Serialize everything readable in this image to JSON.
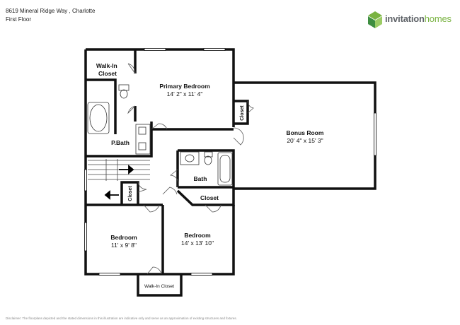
{
  "header": {
    "address": "8619 Mineral Ridge Way , Charlotte",
    "floor": "First Floor"
  },
  "logo": {
    "brand_bold": "invitation",
    "brand_light": "homes",
    "colors": {
      "green": "#7ab342",
      "dark_green": "#3e8e41",
      "gray": "#5f6368"
    }
  },
  "rooms": {
    "walk_in_closet_top": "Walk-In Closet",
    "primary_bedroom": {
      "name": "Primary Bedroom",
      "dims": "14' 2\" x 11' 4\""
    },
    "closet_right": "Closet",
    "bonus_room": {
      "name": "Bonus Room",
      "dims": "20' 4\" x 15' 3\""
    },
    "p_bath": "P.Bath",
    "bath": "Bath",
    "closet_hall": "Closet",
    "closet_stairs": "Closet",
    "bedroom_left": {
      "name": "Bedroom",
      "dims": "11' x 9' 8\""
    },
    "bedroom_right": {
      "name": "Bedroom",
      "dims": "14' x 13' 10\""
    },
    "walk_in_closet_bottom": "Walk-In Closet"
  },
  "disclaimer": "Disclaimer: The floorplans depicted and the stated dimensions in this illustration are indicative only and serve as an approximation of existing structures and fixtures."
}
